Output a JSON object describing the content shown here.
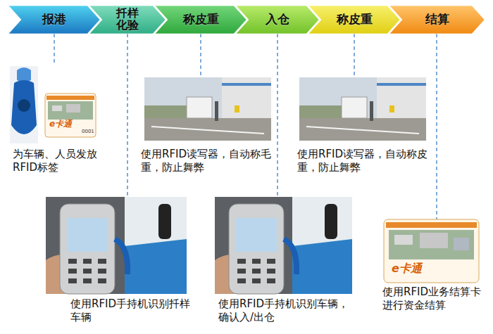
{
  "diagram": {
    "nodes": [
      {
        "text": [
          "报港"
        ]
      },
      {
        "text": [
          "扦样 化验"
        ]
      },
      {
        "text": [
          "称皮重"
        ]
      },
      {
        "text": [
          "入仓"
        ]
      },
      {
        "text": [
          "称皮重"
        ]
      },
      {
        "text": [
          "结算"
        ]
      }
    ],
    "labels": [
      "为车辆、人员发放RFID标签",
      "使用RFID读写器，自动称毛重，防止舞弊",
      "使用RFID读写器，自动称皮重，防止舞弊",
      "使用RFID手持机识别扦样车辆",
      "使用RFID手持机识别车辆，确认入/出仓",
      "使用RFID业务结算卡进行资金结算",
      "e卡通",
      "0001",
      "e卡通"
    ]
  }
}
